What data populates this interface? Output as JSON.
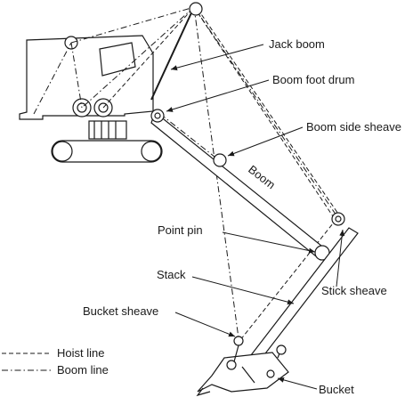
{
  "labels": {
    "jack_boom": "Jack boom",
    "boom_foot_drum": "Boom foot drum",
    "boom_side_sheave": "Boom side sheave",
    "boom": "Boom",
    "point_pin": "Point pin",
    "stack": "Stack",
    "stick_sheave": "Stick sheave",
    "bucket_sheave": "Bucket sheave",
    "bucket": "Bucket"
  },
  "legend": {
    "hoist_line": "Hoist line",
    "boom_line": "Boom line"
  }
}
